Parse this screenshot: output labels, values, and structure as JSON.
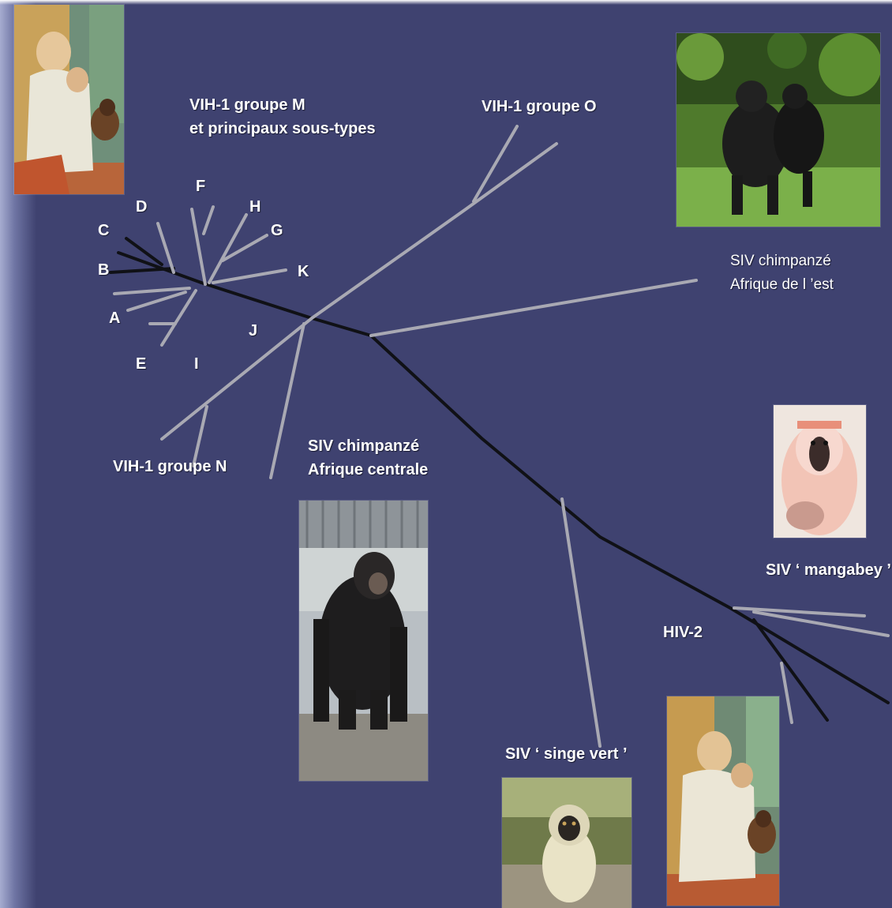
{
  "labels": {
    "group_m_line1": "VIH-1 groupe M",
    "group_m_line2": "et principaux sous-types",
    "group_o": "VIH-1  groupe O",
    "group_n": "VIH-1 groupe N",
    "siv_chimp_east_line1": "SIV chimpanzé",
    "siv_chimp_east_line2": "Afrique de l ’est",
    "siv_chimp_central_line1": "SIV chimpanzé",
    "siv_chimp_central_line2": "Afrique centrale",
    "siv_mangabey": "SIV ‘ mangabey ’",
    "hiv2": "HIV-2",
    "siv_singe_vert": "SIV ‘ singe vert ’"
  },
  "subtypes": [
    "A",
    "B",
    "C",
    "D",
    "E",
    "F",
    "G",
    "H",
    "I",
    "J",
    "K"
  ],
  "photos": {
    "painting_top_left": "painting-image",
    "chimp_east": "chimpanzee-photo",
    "mangabey": "mangabey-photo",
    "chimp_central": "chimpanzee-photo",
    "vervet": "vervet-monkey-photo",
    "painting_bottom_right": "painting-image"
  },
  "colors": {
    "background": "#3f4270",
    "branch_light": "#a9a9b3",
    "branch_dark": "#111218",
    "text": "#ffffff"
  }
}
